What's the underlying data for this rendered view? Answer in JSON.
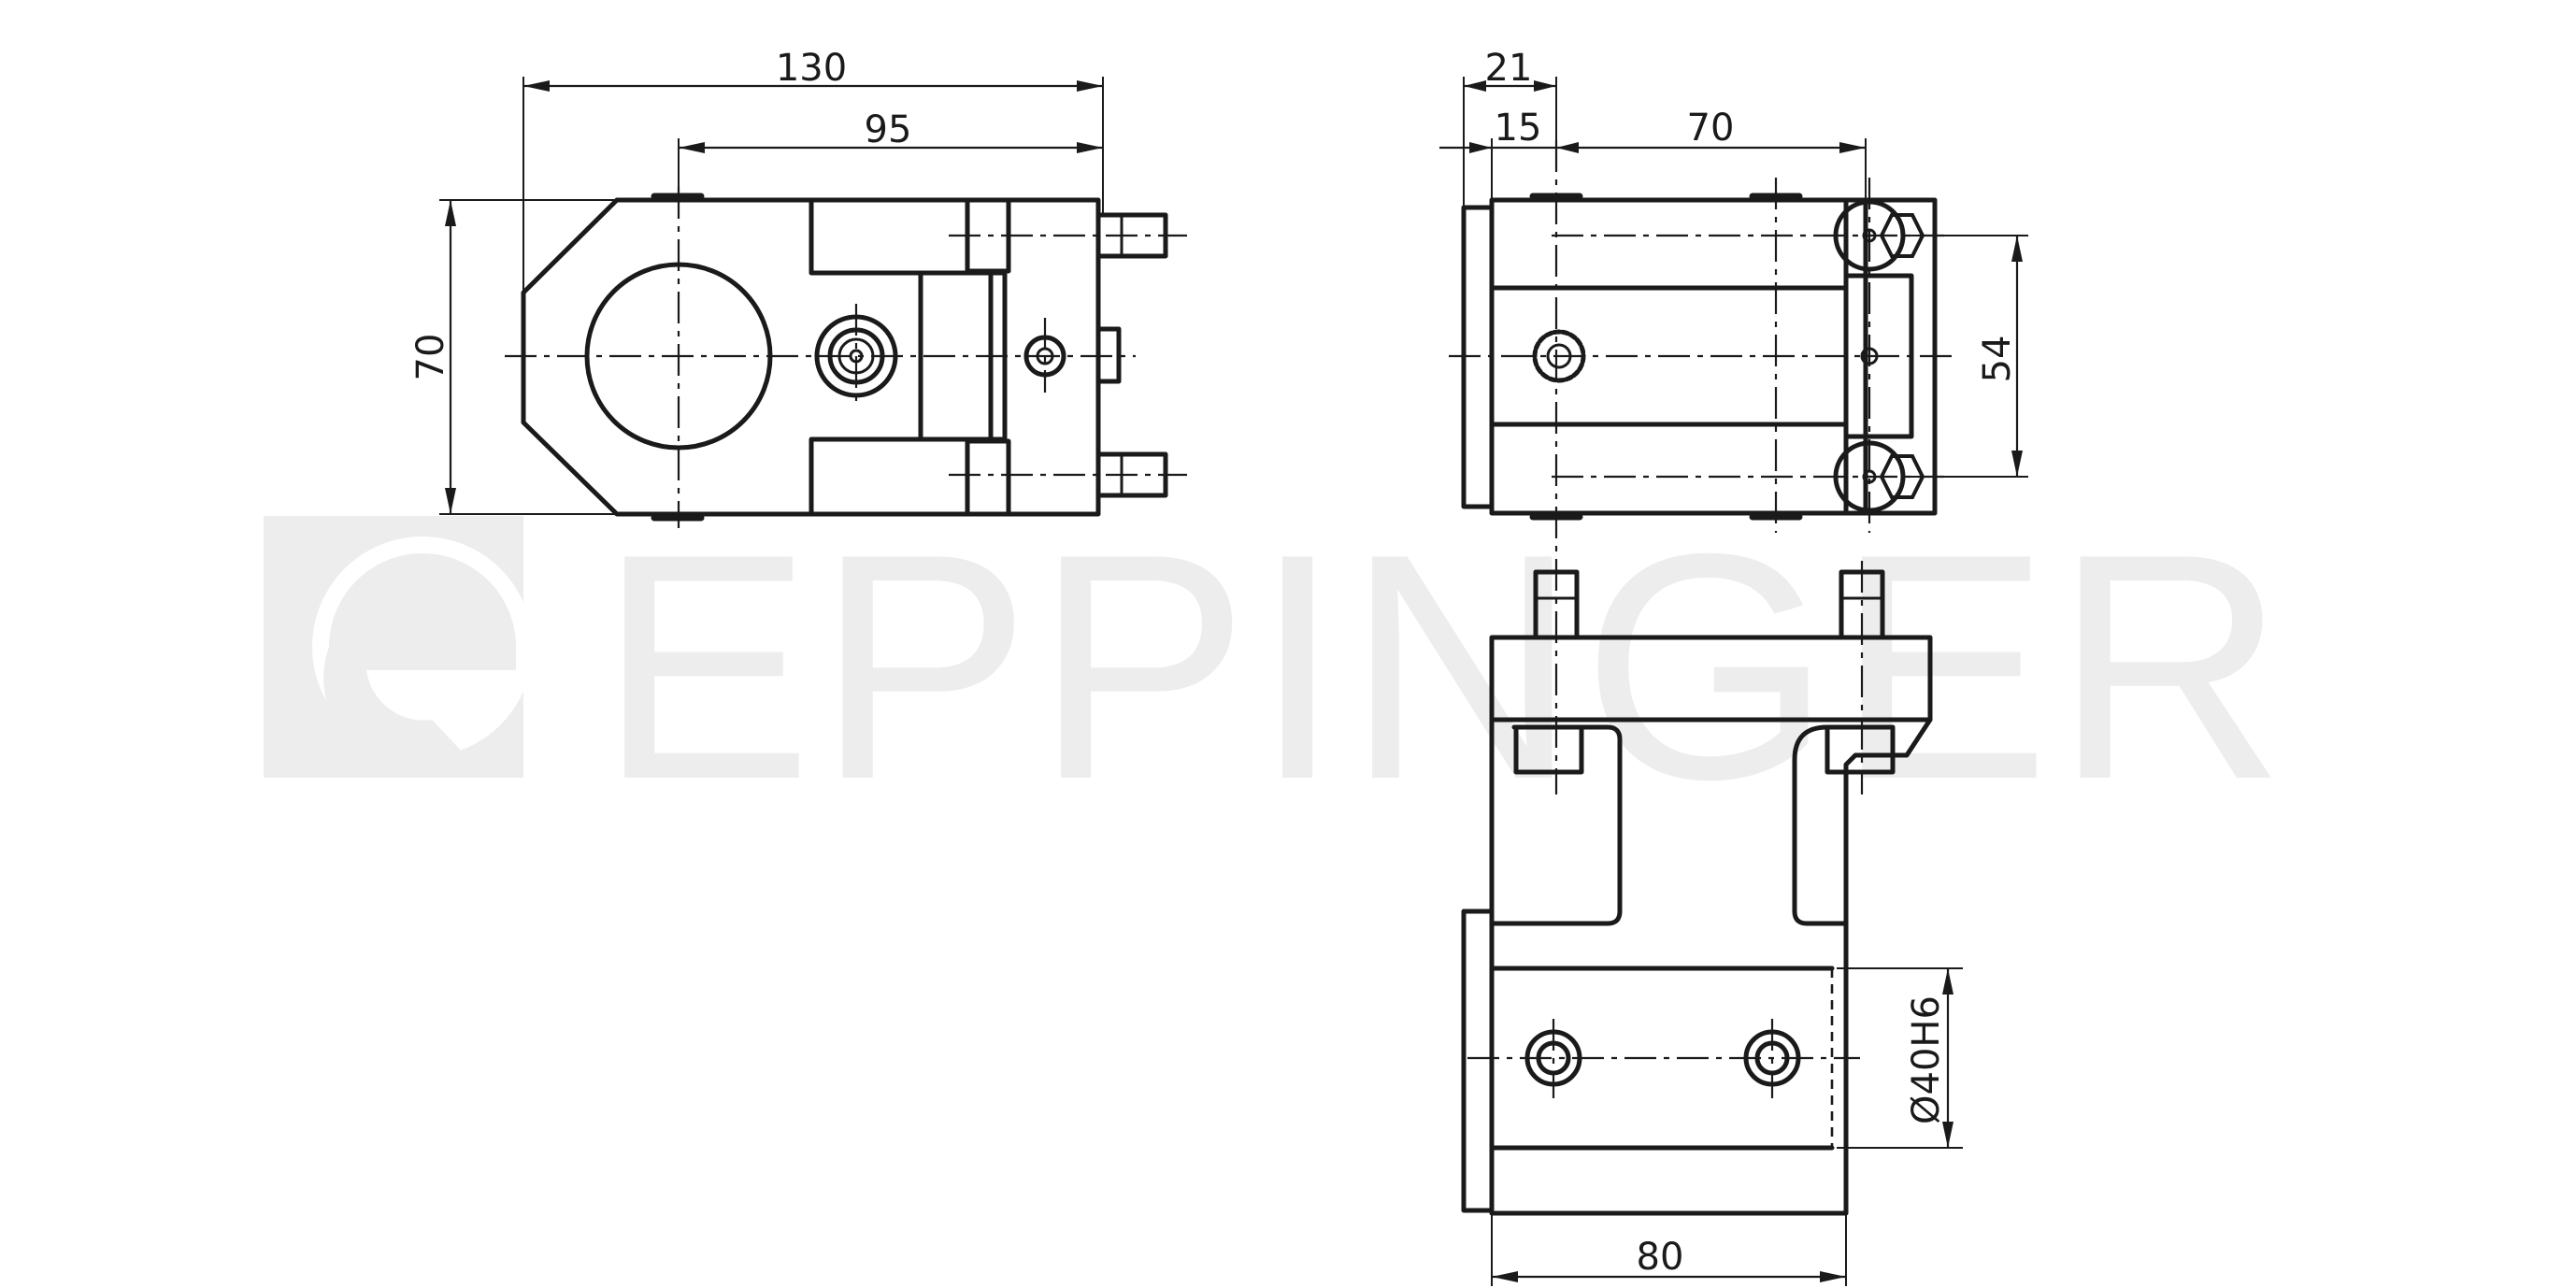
{
  "watermark": {
    "brand": "EPPINGER",
    "color": "#ededed"
  },
  "drawing": {
    "line_color": "#1a1a1a",
    "views": [
      "front-view",
      "side-view",
      "top-view"
    ],
    "dimensions": {
      "overall_length": "130",
      "center_to_end": "95",
      "height": "70",
      "flange": "21",
      "offset": "15",
      "body_length": "70",
      "pin_spacing": "54",
      "bore": "Ø40H6",
      "width": "80"
    }
  }
}
